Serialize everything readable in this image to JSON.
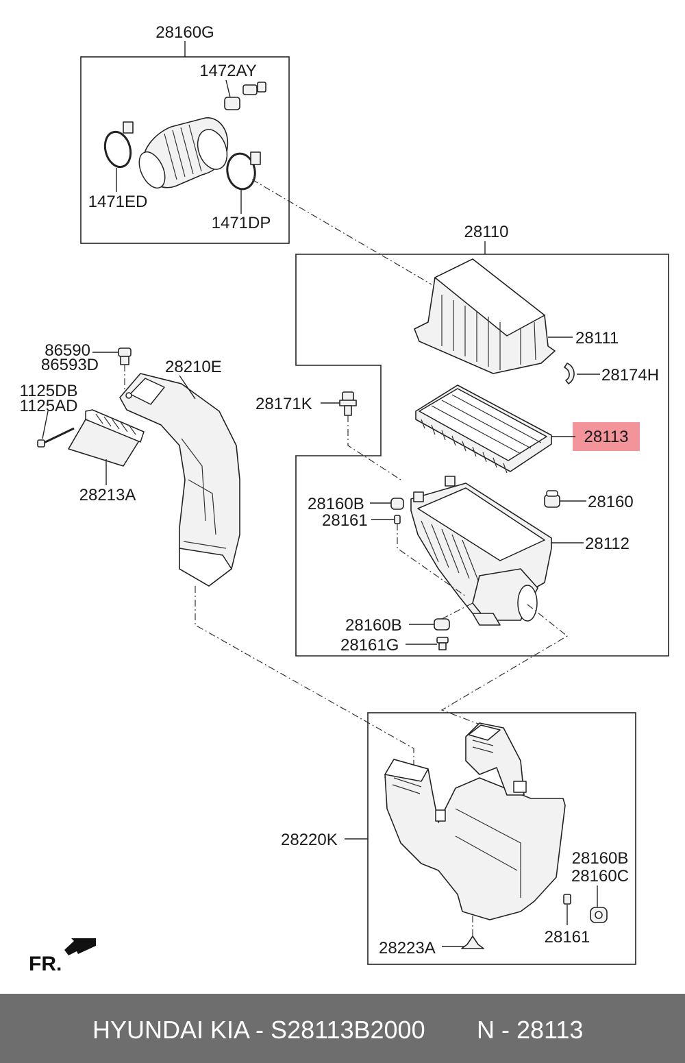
{
  "labels": {
    "p28160G": "28160G",
    "p1472AY": "1472AY",
    "p1471ED": "1471ED",
    "p1471DP": "1471DP",
    "p28110": "28110",
    "p28111": "28111",
    "p28174H": "28174H",
    "p28113": "28113",
    "p28171K": "28171K",
    "p28160B_a": "28160B",
    "p28161_a": "28161",
    "p28160": "28160",
    "p28112": "28112",
    "p28160B_b": "28160B",
    "p28161G": "28161G",
    "p86590": "86590",
    "p86593D": "86593D",
    "p28210E": "28210E",
    "p1125DB": "1125DB",
    "p1125AD": "1125AD",
    "p28213A": "28213A",
    "p28220K": "28220K",
    "p28160B_c": "28160B",
    "p28160C": "28160C",
    "p28161_b": "28161",
    "p28223A": "28223A",
    "fr": "FR."
  },
  "highlight": {
    "part": "28113",
    "color": "#f2949a"
  },
  "footer": {
    "brand_part": "HYUNDAI KIA - S28113B2000",
    "number": "N - 28113"
  }
}
